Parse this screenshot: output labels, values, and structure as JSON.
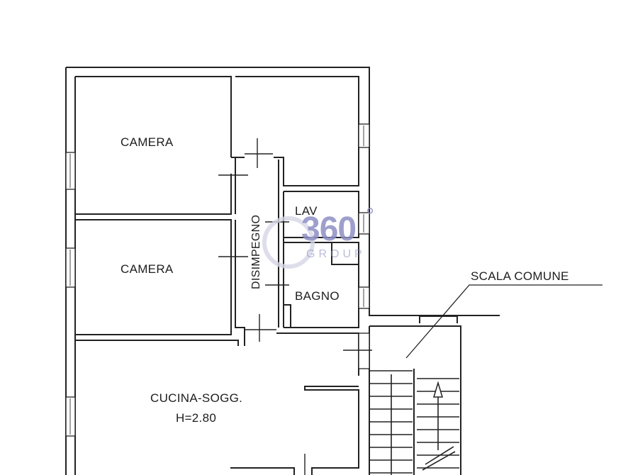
{
  "plan": {
    "rooms": [
      {
        "id": "camera-1",
        "label": "CAMERA"
      },
      {
        "id": "camera-2",
        "label": "CAMERA"
      },
      {
        "id": "disimpegno",
        "label": "DISIMPEGNO"
      },
      {
        "id": "lav",
        "label": "LAV"
      },
      {
        "id": "bagno",
        "label": "BAGNO"
      },
      {
        "id": "cucina",
        "label": "CUCINA-SOGG.",
        "sub": "H=2.80"
      }
    ],
    "annotation": {
      "label": "SCALA COMUNE"
    },
    "watermark": {
      "big": "360",
      "degree": "°",
      "small": "GROUP",
      "color": "#8e8fc4"
    },
    "line_color": "#222222"
  }
}
